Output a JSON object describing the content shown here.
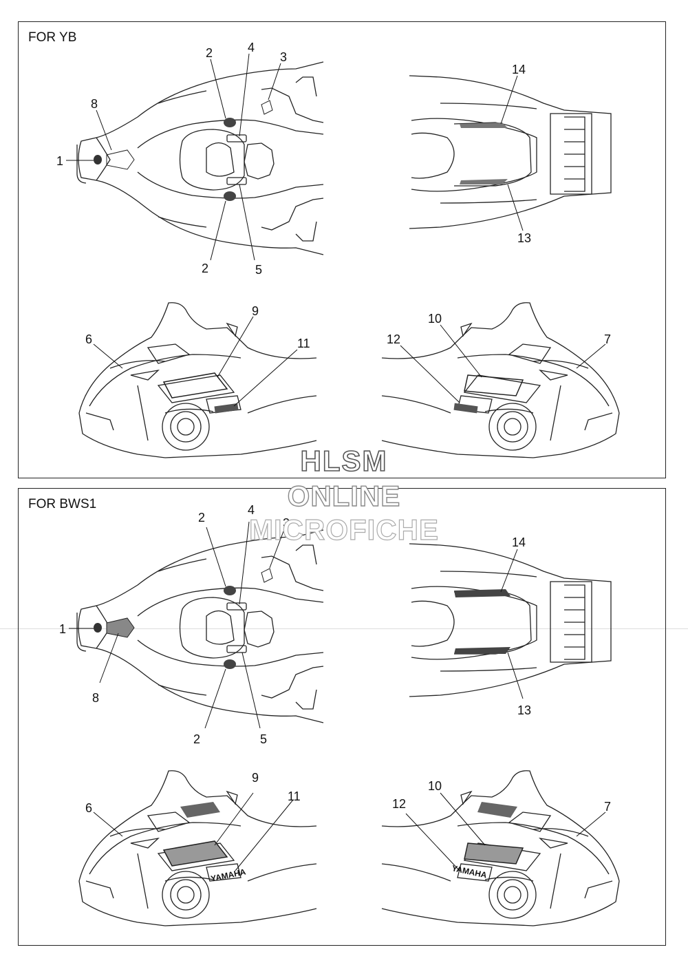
{
  "panels": [
    {
      "title": "FOR YB",
      "callouts": {
        "c1": "1",
        "c2a": "2",
        "c2b": "2",
        "c3": "3",
        "c4": "4",
        "c5": "5",
        "c6": "6",
        "c7": "7",
        "c8": "8",
        "c9": "9",
        "c10": "10",
        "c11": "11",
        "c12": "12",
        "c13": "13",
        "c14": "14"
      }
    },
    {
      "title": "FOR BWS1",
      "callouts": {
        "c1": "1",
        "c2a": "2",
        "c2b": "2",
        "c3": "3",
        "c4": "4",
        "c5": "5",
        "c6": "6",
        "c7": "7",
        "c8": "8",
        "c9": "9",
        "c10": "10",
        "c11": "11",
        "c12": "12",
        "c13": "13",
        "c14": "14"
      }
    }
  ],
  "decal_text": "YAMAHA",
  "watermark": [
    "HLSM",
    "ONLINE",
    "MICROFICHE"
  ]
}
